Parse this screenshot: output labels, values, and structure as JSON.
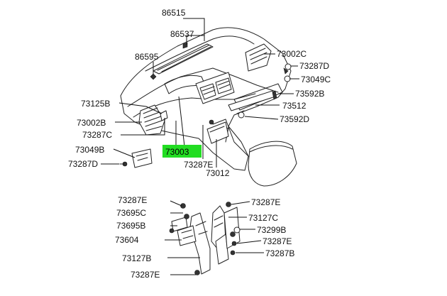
{
  "diagram": {
    "highlight_color": "#22dd22",
    "callouts": [
      {
        "label": "86515"
      },
      {
        "label": "86537"
      },
      {
        "label": "86595"
      },
      {
        "label": "73002C"
      },
      {
        "label": "73287D"
      },
      {
        "label": "73049C"
      },
      {
        "label": "73592B"
      },
      {
        "label": "73512"
      },
      {
        "label": "73592D"
      },
      {
        "label": "73125B"
      },
      {
        "label": "73002B"
      },
      {
        "label": "73287C"
      },
      {
        "label": "73049B"
      },
      {
        "label": "73003",
        "highlighted": true
      },
      {
        "label": "73287D"
      },
      {
        "label": "73287E"
      },
      {
        "label": "73012"
      },
      {
        "label": "73287E"
      },
      {
        "label": "73695C"
      },
      {
        "label": "73695B"
      },
      {
        "label": "73604"
      },
      {
        "label": "73127B"
      },
      {
        "label": "73287E"
      },
      {
        "label": "73287E"
      },
      {
        "label": "73127C"
      },
      {
        "label": "73299B"
      },
      {
        "label": "73287E"
      },
      {
        "label": "73287B"
      }
    ]
  }
}
